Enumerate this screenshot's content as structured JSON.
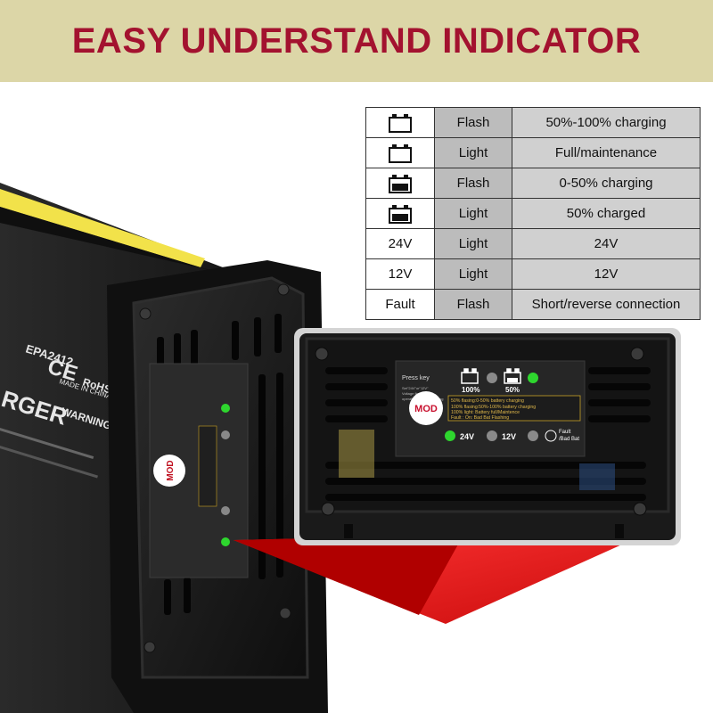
{
  "banner": {
    "title": "EASY UNDERSTAND INDICATOR"
  },
  "legend": {
    "rows": [
      {
        "icon": "battery-icon",
        "indicator": "",
        "state": "Flash",
        "meaning": "50%-100% charging"
      },
      {
        "icon": "battery-icon",
        "indicator": "",
        "state": "Light",
        "meaning": "Full/maintenance"
      },
      {
        "icon": "battery-half-icon",
        "indicator": "",
        "state": "Flash",
        "meaning": "0-50% charging"
      },
      {
        "icon": "battery-half-icon",
        "indicator": "",
        "state": "Light",
        "meaning": "50% charged"
      },
      {
        "icon": "",
        "indicator": "24V",
        "state": "Light",
        "meaning": "24V"
      },
      {
        "icon": "",
        "indicator": "12V",
        "state": "Light",
        "meaning": "12V"
      },
      {
        "icon": "",
        "indicator": "Fault",
        "state": "Flash",
        "meaning": "Short/reverse connection"
      }
    ]
  },
  "charger": {
    "model": "EPA2412",
    "brand_fragment": "RGER",
    "warning": "WARNING",
    "made_in": "MADE IN CHINA",
    "rohs": "RoHS"
  },
  "panel": {
    "press_key": "Press key",
    "press_key_note": "Set\"24V\"or\"12V\" Voltage first before operation battery charging",
    "mod": "MOD",
    "pct_100": "100%",
    "pct_50": "50%",
    "info_lines": [
      "50% flasing:0-50% battery charging",
      "100% flasing:50%-100% battery charging",
      "100% light: Battery full/Maintence",
      "Fault : On: Bad Bat Flashing"
    ],
    "v24": "24V",
    "v12": "12V",
    "fault": "Fault",
    "bad_bat": "/Bad Bat"
  },
  "colors": {
    "banner_bg": "#dcd6a7",
    "banner_text": "#a3122f",
    "led_green": "#2ed62e",
    "case": "#1b1b1b",
    "pointer_red": "#e01010",
    "sticker_yellow": "#f2e24a"
  }
}
